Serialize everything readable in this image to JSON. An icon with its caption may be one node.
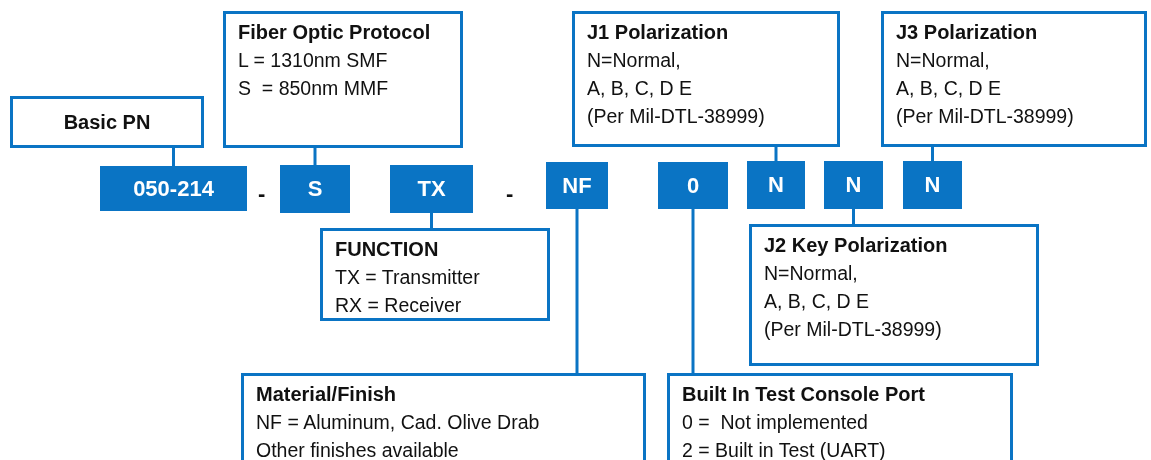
{
  "diagram": {
    "nodes": [
      {
        "text": [
          "Basic PN"
        ]
      },
      {
        "text": [
          "Fiber Optic Protocol",
          "L = 1310nm SMF",
          "S  = 850nm MMF"
        ]
      },
      {
        "text": [
          "J1 Polarization",
          "N=Normal,",
          "A, B, C, D E",
          "(Per Mil-DTL-38999)"
        ]
      },
      {
        "text": [
          "J3 Polarization",
          "N=Normal,",
          "A, B, C, D E",
          "(Per Mil-DTL-38999)"
        ]
      },
      {
        "text": [
          "050-214"
        ]
      },
      {
        "text": [
          "S"
        ]
      },
      {
        "text": [
          "TX"
        ]
      },
      {
        "text": [
          "NF"
        ]
      },
      {
        "text": [
          "0"
        ]
      },
      {
        "text": [
          "N"
        ]
      },
      {
        "text": [
          "N"
        ]
      },
      {
        "text": [
          "N"
        ]
      },
      {
        "text": [
          "FUNCTION",
          "TX = Transmitter",
          "RX = Receiver"
        ]
      },
      {
        "text": [
          "J2 Key Polarization",
          "N=Normal,",
          "A, B, C, D E",
          "(Per Mil-DTL-38999)"
        ]
      },
      {
        "text": [
          "Material/Finish",
          "NF = Aluminum, Cad. Olive Drab",
          "Other finishes available"
        ]
      },
      {
        "text": [
          "Built In Test Console Port",
          "0 =  Not implemented",
          "2 = Built in Test (UART)"
        ]
      }
    ],
    "edges": [
      {
        "from": 0,
        "to": 4,
        "arrow": "none"
      },
      {
        "from": 1,
        "to": 5,
        "arrow": "none"
      },
      {
        "from": 2,
        "to": 9,
        "arrow": "none"
      },
      {
        "from": 3,
        "to": 11,
        "arrow": "none"
      },
      {
        "from": 12,
        "to": 6,
        "arrow": "none"
      },
      {
        "from": 13,
        "to": 10,
        "arrow": "none"
      },
      {
        "from": 14,
        "to": 7,
        "arrow": "none"
      },
      {
        "from": 15,
        "to": 8,
        "arrow": "none"
      }
    ],
    "labels": [
      "-",
      "-"
    ]
  }
}
